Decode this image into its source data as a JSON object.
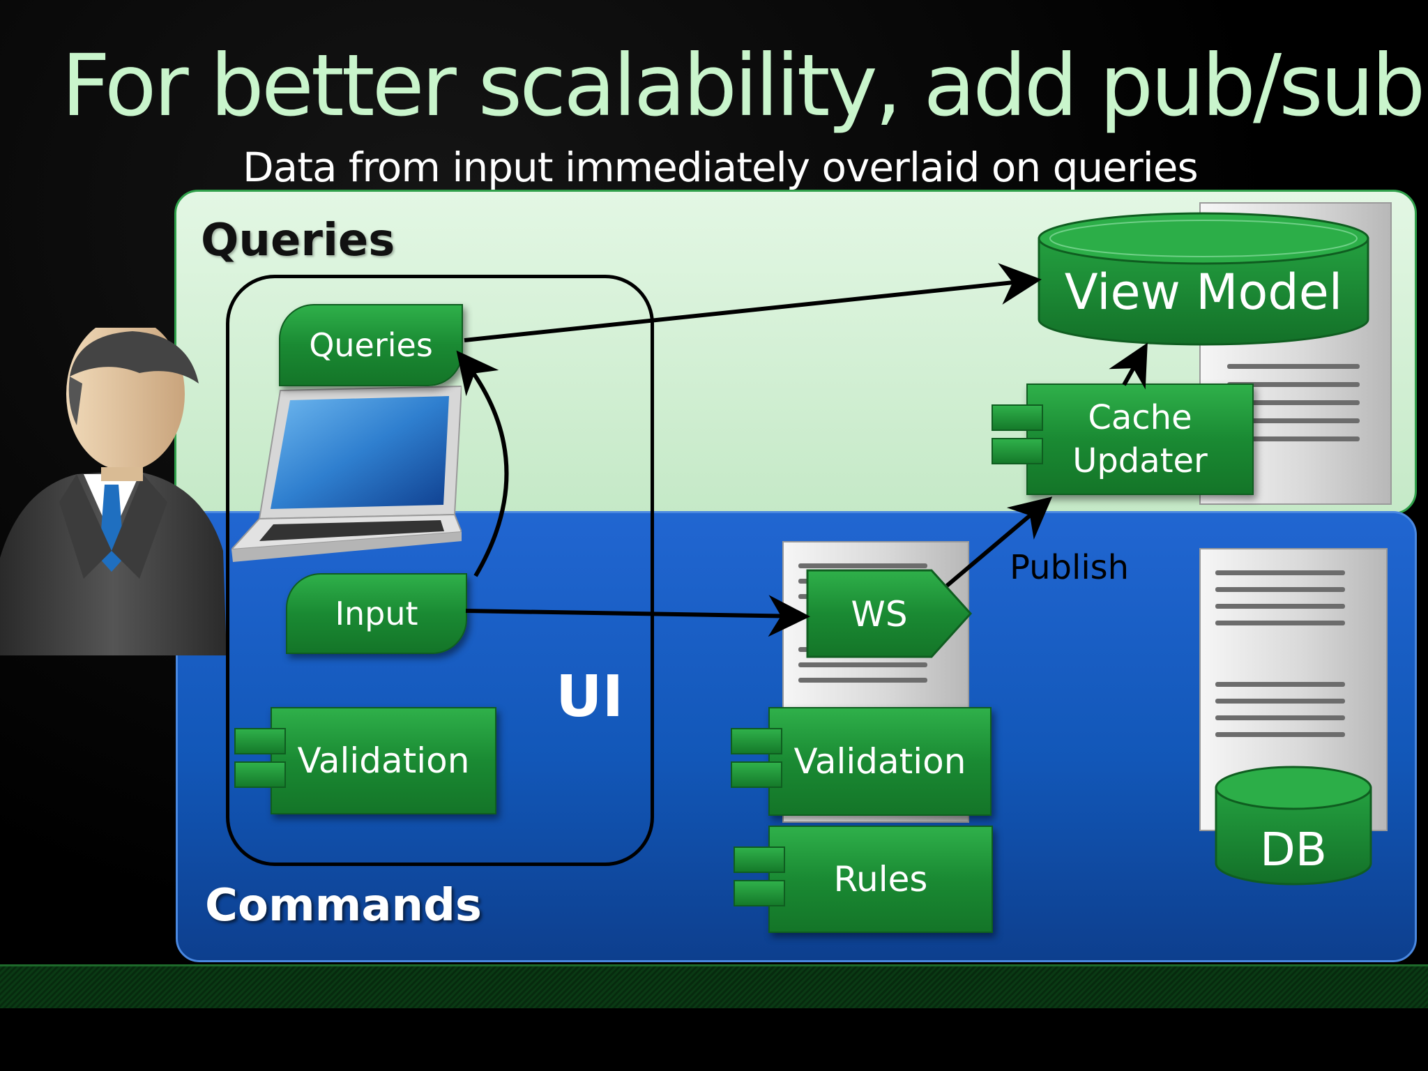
{
  "title": "For better scalability, add pub/sub",
  "subtitle": "Data from input immediately overlaid on queries",
  "zones": {
    "queries_label": "Queries",
    "commands_label": "Commands"
  },
  "ui": {
    "label": "UI",
    "queries": "Queries",
    "input": "Input",
    "validation": "Validation"
  },
  "server": {
    "ws": "WS",
    "validation": "Validation",
    "rules": "Rules"
  },
  "view_model": "View Model",
  "cache_updater_line1": "Cache",
  "cache_updater_line2": "Updater",
  "publish": "Publish",
  "db": "DB",
  "colors": {
    "title": "#c9f5cc",
    "queries_zone": "#d4f0d5",
    "commands_zone": "#1a5fc4",
    "component_green": "#1e9437"
  }
}
